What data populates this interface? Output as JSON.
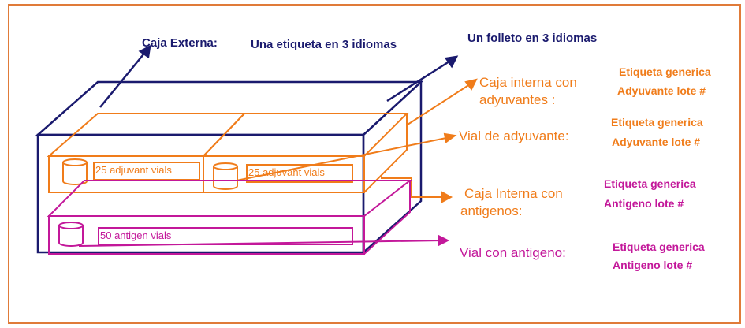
{
  "outer_box": {
    "label_title": "Caja Externa:",
    "label_etiqueta": "Una etiqueta en 3 idiomas",
    "label_folleto": "Un folleto en 3 idiomas"
  },
  "callouts": {
    "caja_interna_adyuvantes": {
      "line1": "Caja interna con",
      "line2": "adyuvantes :",
      "tag1": "Etiqueta generica",
      "tag2": "Adyuvante lote #"
    },
    "vial_adyuvante": {
      "text": "Vial de adyuvante:",
      "tag1": "Etiqueta generica",
      "tag2": "Adyuvante lote #"
    },
    "caja_interna_antigenos": {
      "line1": "Caja Interna con",
      "line2": "antigenos:",
      "tag1": "Etiqueta generica",
      "tag2": "Antigeno lote #"
    },
    "vial_antigeno": {
      "text": "Vial con antigeno:",
      "tag1": "Etiqueta generica",
      "tag2": "Antigeno lote #"
    }
  },
  "inner_boxes": {
    "adjuvant_left": "25 adjuvant vials",
    "adjuvant_right": "25 adjuvant vials",
    "antigen": "50 antigen vials"
  },
  "colors": {
    "navy": "#1a1a6e",
    "orange": "#f07c1a",
    "magenta": "#c3189a",
    "frame": "#e07b39"
  }
}
